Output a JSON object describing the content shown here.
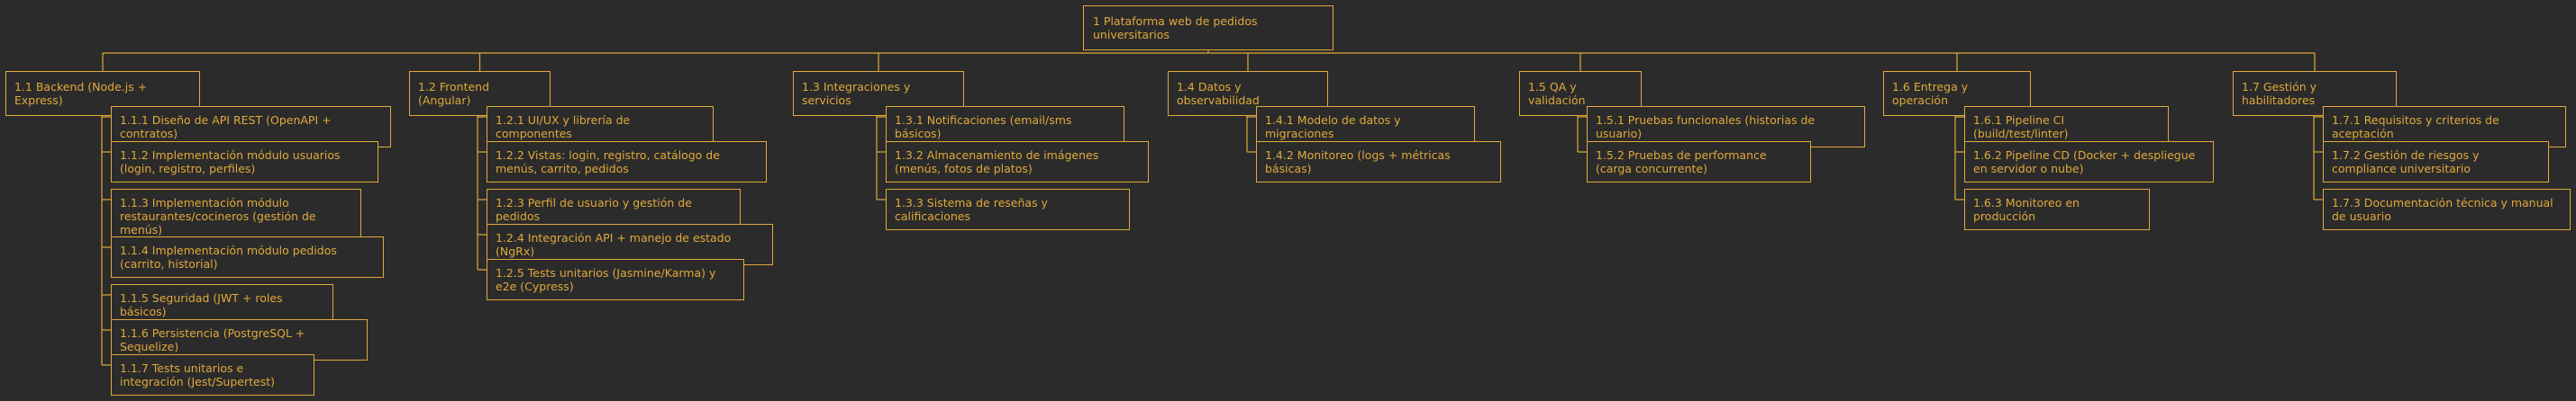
{
  "colors": {
    "background": "#2b2b2b",
    "accent": "#e0a93a"
  },
  "root": {
    "label": "1 Plataforma web de pedidos universitarios"
  },
  "branches": [
    {
      "label": "1.1 Backend (Node.js + Express)",
      "items": [
        "1.1.1 Diseño de API REST (OpenAPI + contratos)",
        "1.1.2 Implementación módulo usuarios (login, registro, perfiles)",
        "1.1.3 Implementación módulo restaurantes/cocineros (gestión de menús)",
        "1.1.4 Implementación módulo pedidos (carrito, historial)",
        "1.1.5 Seguridad (JWT + roles básicos)",
        "1.1.6 Persistencia (PostgreSQL + Sequelize)",
        "1.1.7 Tests unitarios e integración (Jest/Supertest)"
      ]
    },
    {
      "label": "1.2 Frontend (Angular)",
      "items": [
        "1.2.1 UI/UX y librería de componentes",
        "1.2.2 Vistas: login, registro, catálogo de menús, carrito, pedidos",
        "1.2.3 Perfil de usuario y gestión de pedidos",
        "1.2.4 Integración API + manejo de estado (NgRx)",
        "1.2.5 Tests unitarios (Jasmine/Karma) y e2e (Cypress)"
      ]
    },
    {
      "label": "1.3 Integraciones y servicios",
      "items": [
        "1.3.1 Notificaciones (email/sms básicos)",
        "1.3.2 Almacenamiento de imágenes (menús, fotos de platos)",
        "1.3.3 Sistema de reseñas y calificaciones"
      ]
    },
    {
      "label": "1.4 Datos y observabilidad",
      "items": [
        "1.4.1 Modelo de datos y migraciones",
        "1.4.2 Monitoreo (logs + métricas básicas)"
      ]
    },
    {
      "label": "1.5 QA y validación",
      "items": [
        "1.5.1 Pruebas funcionales (historias de usuario)",
        "1.5.2 Pruebas de performance (carga concurrente)"
      ]
    },
    {
      "label": "1.6 Entrega y operación",
      "items": [
        "1.6.1 Pipeline CI (build/test/linter)",
        "1.6.2 Pipeline CD (Docker + despliegue en servidor o nube)",
        "1.6.3 Monitoreo en producción"
      ]
    },
    {
      "label": "1.7 Gestión y habilitadores",
      "items": [
        "1.7.1 Requisitos y criterios de aceptación",
        "1.7.2 Gestión de riesgos y compliance universitario",
        "1.7.3 Documentación técnica y manual de usuario"
      ]
    }
  ]
}
